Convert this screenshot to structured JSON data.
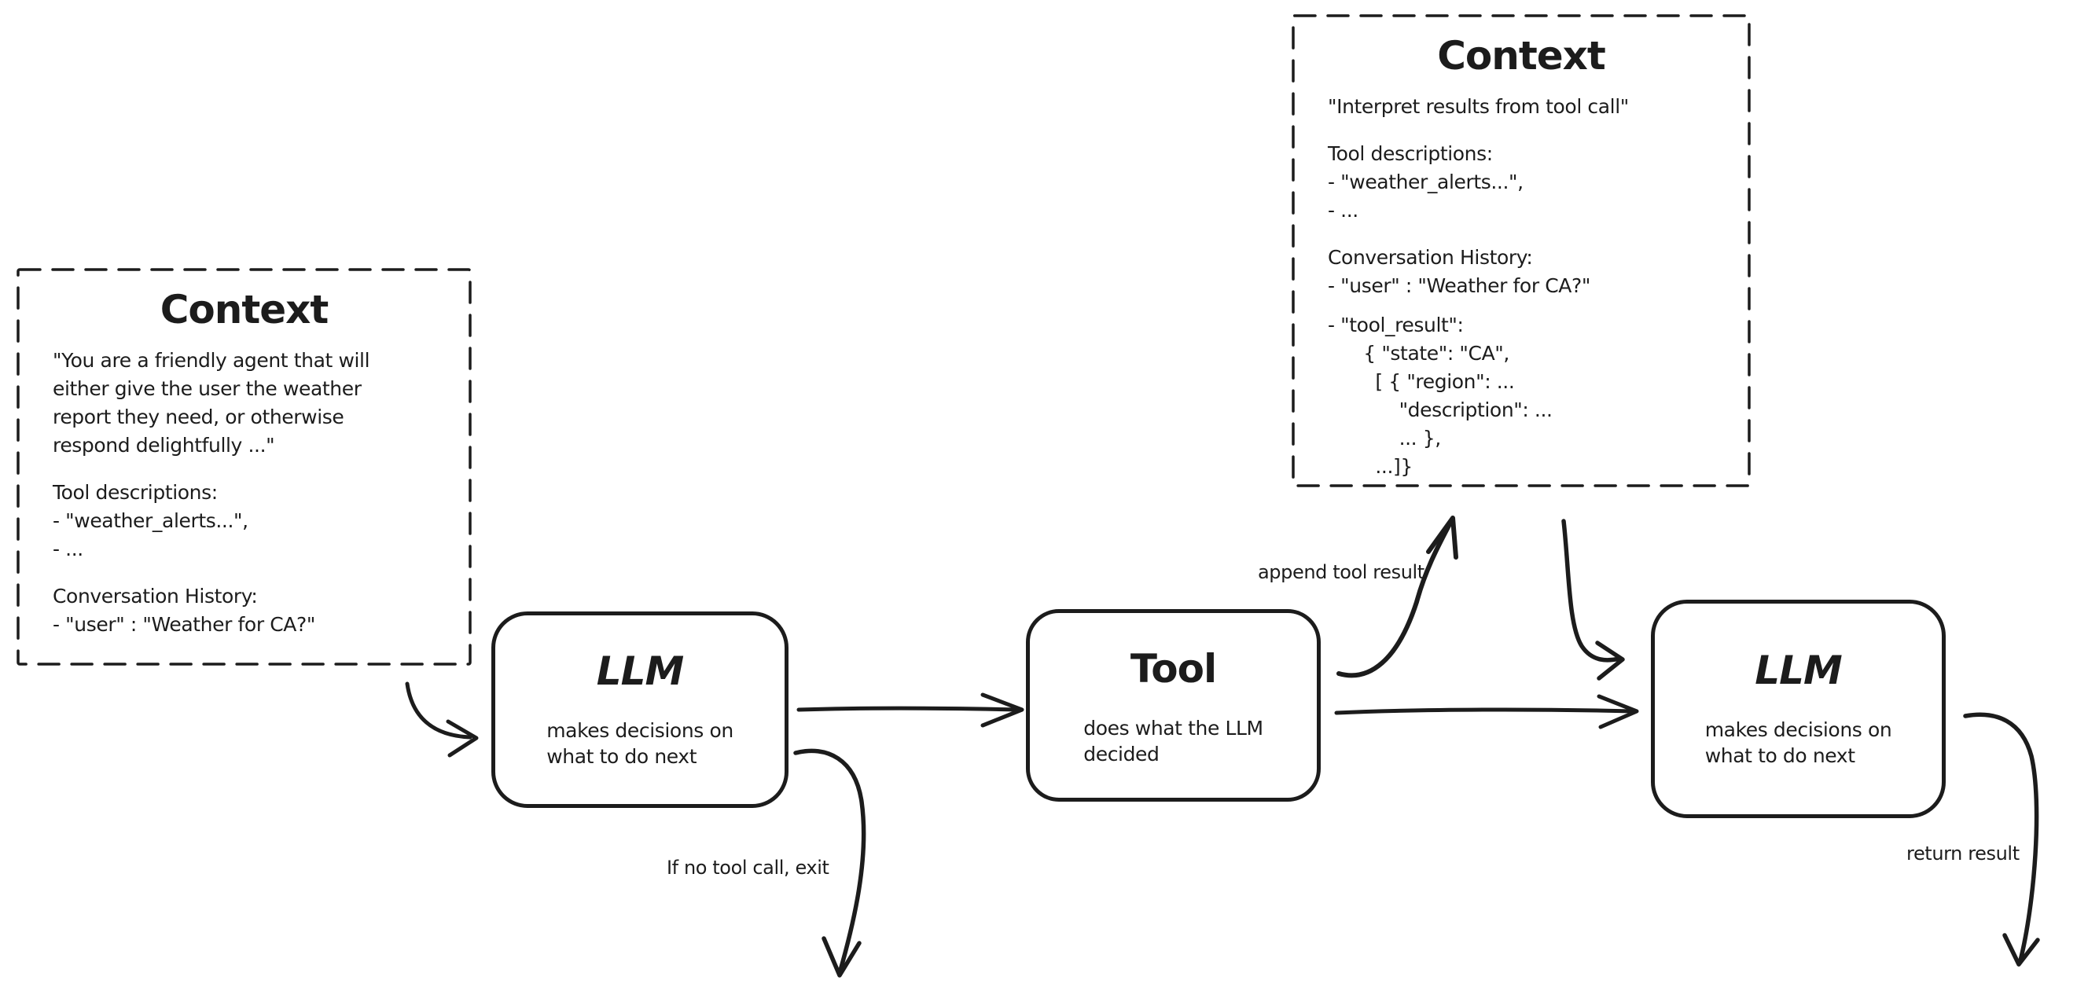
{
  "colors": {
    "ink": "#1c1c1c",
    "background": "#ffffff"
  },
  "context_left": {
    "title": "Context",
    "p1": "\"You are a friendly agent that will\neither give the user the weather\nreport they need, or otherwise\nrespond delightfully ...\"",
    "p2": "Tool descriptions:\n- \"weather_alerts...\",\n- ...",
    "p3": "Conversation History:\n- \"user\" : \"Weather for CA?\""
  },
  "context_right": {
    "title": "Context",
    "p1": "\"Interpret results from tool call\"",
    "p2": "Tool descriptions:\n- \"weather_alerts...\",\n- ...",
    "p3": "Conversation History:\n- \"user\" : \"Weather for CA?\"",
    "p4": "- \"tool_result\":\n      { \"state\": \"CA\",\n        [ { \"region\": ...\n            \"description\": ...\n            ... },\n        ...]}"
  },
  "nodes": {
    "llm1": {
      "title": "LLM",
      "subtitle": "makes decisions on\nwhat to do next"
    },
    "tool": {
      "title": "Tool",
      "subtitle": "does what the LLM\ndecided"
    },
    "llm2": {
      "title": "LLM",
      "subtitle": "makes decisions on\nwhat to do next"
    }
  },
  "labels": {
    "append_tool_result": "append tool result",
    "if_no_tool_call": "If no tool call, exit",
    "return_result": "return result"
  }
}
